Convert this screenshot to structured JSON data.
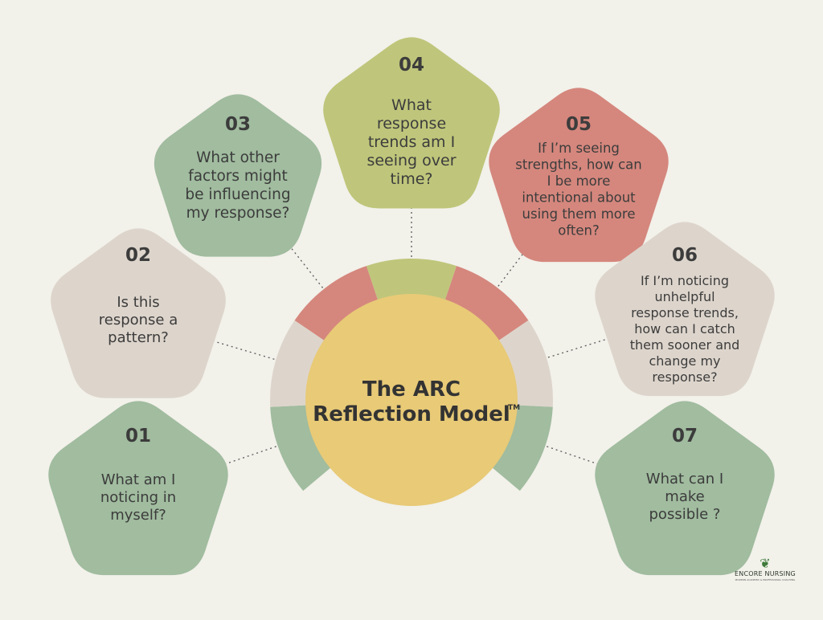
{
  "colors": {
    "background": "#F2F1EA",
    "green": "#A1BC9F",
    "beige": "#DDD5CC",
    "rose": "#D5877D",
    "olive": "#BFC67B",
    "center": "#E8CA77",
    "text": "#3C3C3C",
    "connector": "#5A5A5A"
  },
  "center": {
    "title_line1": "The ARC",
    "title_line2": "Reflection Model",
    "trademark": "TM"
  },
  "steps": [
    {
      "number": "01",
      "lines": [
        "What am I",
        "noticing in",
        "myself?"
      ],
      "color": "green"
    },
    {
      "number": "02",
      "lines": [
        "Is this",
        "response a",
        "pattern?"
      ],
      "color": "beige"
    },
    {
      "number": "03",
      "lines": [
        "What other",
        "factors might",
        "be influencing",
        "my response?"
      ],
      "color": "green"
    },
    {
      "number": "04",
      "lines": [
        "What",
        "response",
        "trends am I",
        "seeing over",
        "time?"
      ],
      "color": "olive"
    },
    {
      "number": "05",
      "lines": [
        "If I’m seeing",
        "strengths, how can",
        "I be more",
        "intentional about",
        "using them more",
        "often?"
      ],
      "color": "rose"
    },
    {
      "number": "06",
      "lines": [
        "If I’m noticing",
        "unhelpful",
        "response trends,",
        "how can I catch",
        "them sooner and",
        "change my",
        "response?"
      ],
      "color": "beige"
    },
    {
      "number": "07",
      "lines": [
        "What can I",
        "make",
        "possible ?"
      ],
      "color": "green"
    }
  ],
  "logo": {
    "text": "ENCORE NURSING",
    "tagline": "MODERN ACADEMIC & PROFESSIONAL COACHING",
    "icon": "sprout-icon"
  }
}
